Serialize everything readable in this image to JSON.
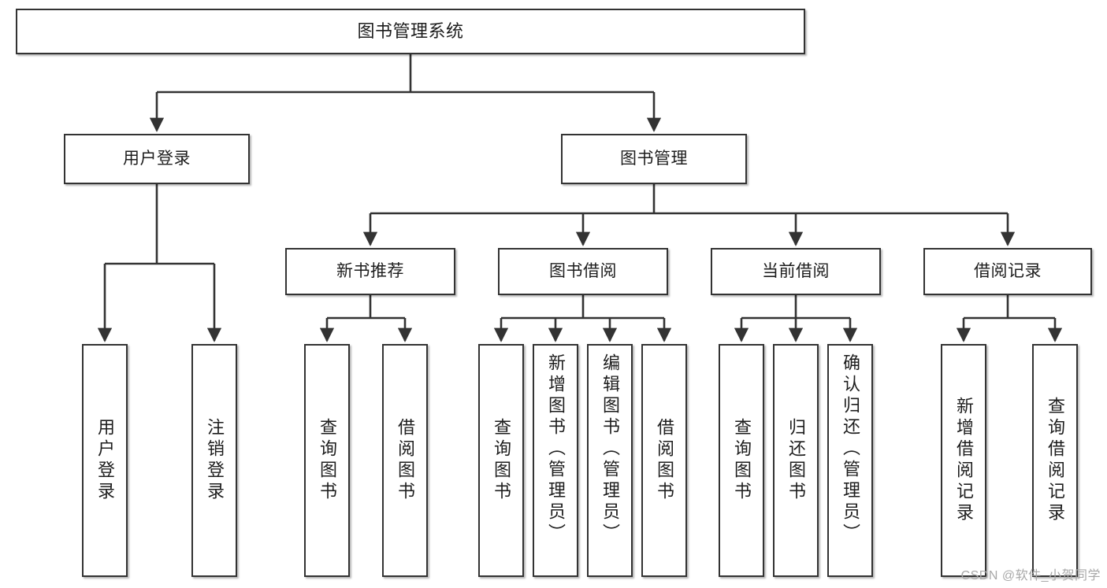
{
  "diagram": {
    "title": "图书管理系统",
    "type": "tree",
    "watermark": "CSDN @软件_小贺同学",
    "colors": {
      "box_border": "#333333",
      "box_fill": "#ffffff",
      "edge": "#333333",
      "text": "#1d1d1d",
      "watermark": "#a8a8a8",
      "background": "#ffffff"
    },
    "levels": {
      "root": "图书管理系统",
      "level2": [
        "用户登录",
        "图书管理"
      ],
      "level3": [
        "新书推荐",
        "图书借阅",
        "当前借阅",
        "借阅记录"
      ]
    },
    "nodes": {
      "root": {
        "label": "图书管理系统"
      },
      "user_login": {
        "label": "用户登录"
      },
      "book_manage": {
        "label": "图书管理"
      },
      "new_book_rec": {
        "label": "新书推荐"
      },
      "book_borrow": {
        "label": "图书借阅"
      },
      "current_borrow": {
        "label": "当前借阅"
      },
      "borrow_record": {
        "label": "借阅记录"
      },
      "leaf_user_login": {
        "label": "用户登录"
      },
      "leaf_logout": {
        "label": "注销登录"
      },
      "leaf_query_book_1": {
        "label": "查询图书"
      },
      "leaf_borrow_book_1": {
        "label": "借阅图书"
      },
      "leaf_query_book_2": {
        "label": "查询图书"
      },
      "leaf_add_book_admin": {
        "label": "新增图书（管理员）"
      },
      "leaf_edit_book_admin": {
        "label": "编辑图书（管理员）"
      },
      "leaf_borrow_book_2": {
        "label": "借阅图书"
      },
      "leaf_query_book_3": {
        "label": "查询图书"
      },
      "leaf_return_book": {
        "label": "归还图书"
      },
      "leaf_confirm_return_admin": {
        "label": "确认归还（管理员）"
      },
      "leaf_add_record": {
        "label": "新增借阅记录"
      },
      "leaf_query_record": {
        "label": "查询借阅记录"
      }
    },
    "tree": [
      {
        "label": "用户登录",
        "children": [
          "用户登录",
          "注销登录"
        ]
      },
      {
        "label": "图书管理",
        "children": [
          {
            "label": "新书推荐",
            "children": [
              "查询图书",
              "借阅图书"
            ]
          },
          {
            "label": "图书借阅",
            "children": [
              "查询图书",
              "新增图书（管理员）",
              "编辑图书（管理员）",
              "借阅图书"
            ]
          },
          {
            "label": "当前借阅",
            "children": [
              "查询图书",
              "归还图书",
              "确认归还（管理员）"
            ]
          },
          {
            "label": "借阅记录",
            "children": [
              "新增借阅记录",
              "查询借阅记录"
            ]
          }
        ]
      }
    ]
  }
}
